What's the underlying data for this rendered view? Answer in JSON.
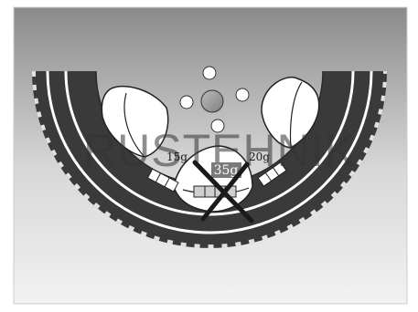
{
  "weights": {
    "left": "15g",
    "center": "35g",
    "right": "20g"
  },
  "watermark": "RUSTEHNIK",
  "center_crossed_out": true,
  "colors": {
    "tire": "#3a3a3a",
    "groove": "#ffffff",
    "hub": "#999999",
    "cross": "#1a1a1a"
  }
}
